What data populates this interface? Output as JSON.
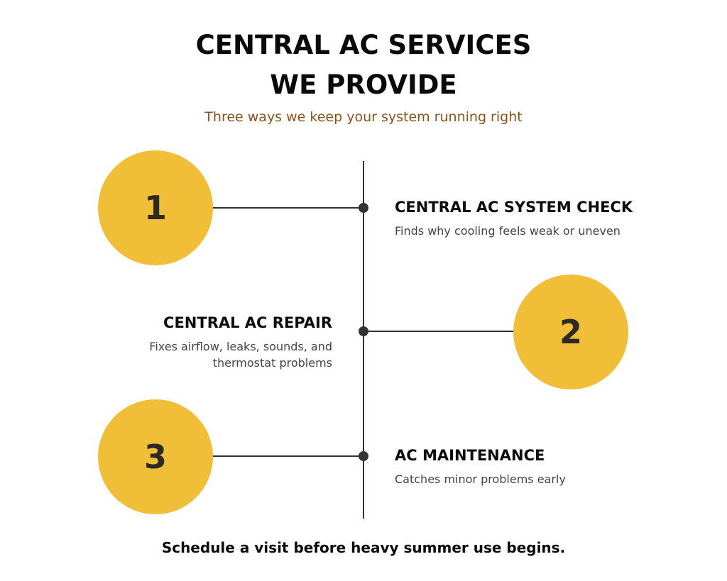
{
  "header": {
    "title_line1": "CENTRAL AC SERVICES",
    "title_line2": "WE PROVIDE",
    "subtitle": "Three ways we keep your system running right"
  },
  "steps": [
    {
      "number": "1",
      "heading": "CENTRAL AC SYSTEM CHECK",
      "description": "Finds why cooling feels weak or uneven"
    },
    {
      "number": "2",
      "heading": "CENTRAL AC REPAIR",
      "description_line1": "Fixes airflow, leaks, sounds, and",
      "description_line2": "thermostat problems"
    },
    {
      "number": "3",
      "heading": "AC MAINTENANCE",
      "description": "Catches minor problems early"
    }
  ],
  "footer": {
    "text": "Schedule a visit before heavy summer use begins."
  },
  "colors": {
    "circle_fill": "#f0be37",
    "subtitle": "#8a5418",
    "line": "#333333"
  }
}
